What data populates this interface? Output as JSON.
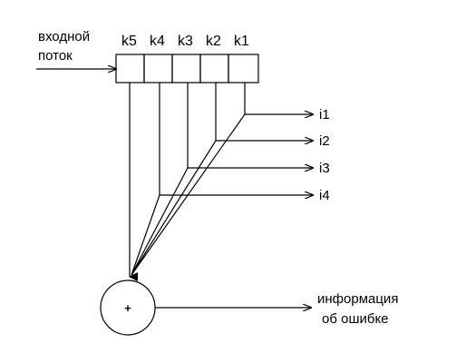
{
  "input": {
    "line1": "входной",
    "line2": "поток"
  },
  "register": {
    "cells": [
      "k5",
      "k4",
      "k3",
      "k2",
      "k1"
    ]
  },
  "taps": [
    "i1",
    "i2",
    "i3",
    "i4"
  ],
  "adder": {
    "symbol": "+"
  },
  "output": {
    "line1": "информация",
    "line2": "об ошибке"
  }
}
